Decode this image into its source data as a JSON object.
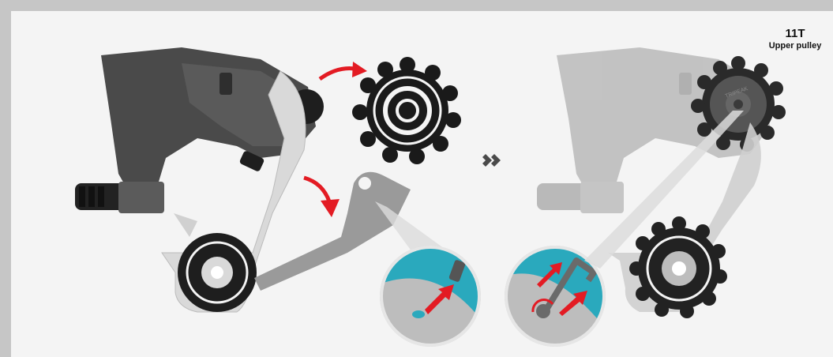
{
  "annotation": {
    "tooth_count": "11T",
    "pulley_name": "Upper pulley",
    "brand_mark": "TRIPEAK"
  },
  "colors": {
    "accent_red": "#e31b23",
    "cyan": "#2aa9bd",
    "cage_silver": "#d2d2d2",
    "dark_body": "#3a3a3a",
    "background": "#f4f4f4"
  },
  "icons": {
    "next_step": "double-chevron-right-icon",
    "move_arrow": "curved-arrow-icon"
  }
}
